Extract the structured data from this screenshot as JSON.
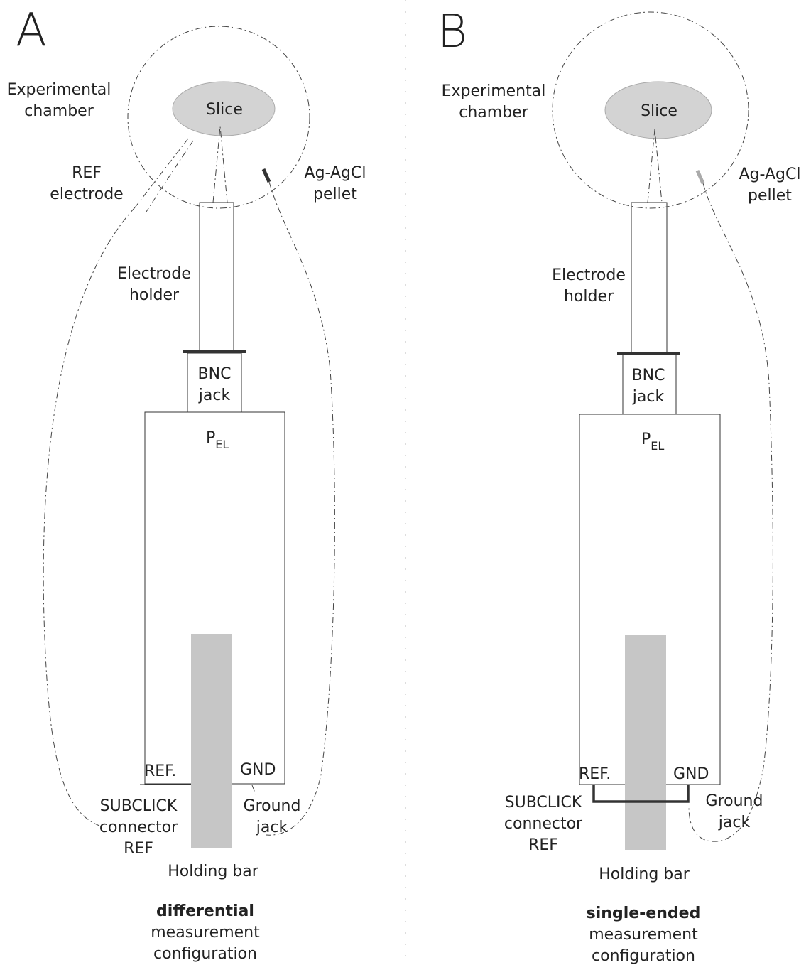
{
  "panels": [
    {
      "letter": "A",
      "chamber": [
        "Experimental",
        "chamber"
      ],
      "slice": "Slice",
      "ref_electrode": [
        "REF",
        "electrode"
      ],
      "pellet": [
        "Ag-AgCl",
        "pellet"
      ],
      "holder": [
        "Electrode",
        "holder"
      ],
      "bnc": [
        "BNC",
        "jack"
      ],
      "pel_main": "P",
      "pel_sub": "EL",
      "ref_port": "REF.",
      "gnd_port": "GND",
      "subclick": [
        "SUBCLICK",
        "connector",
        "REF"
      ],
      "ground_jack": [
        "Ground",
        "jack"
      ],
      "holding_bar": "Holding bar",
      "config": [
        "differential",
        "measurement",
        "configuration"
      ]
    },
    {
      "letter": "B",
      "chamber": [
        "Experimental",
        "chamber"
      ],
      "slice": "Slice",
      "pellet": [
        "Ag-AgCl",
        "pellet"
      ],
      "holder": [
        "Electrode",
        "holder"
      ],
      "bnc": [
        "BNC",
        "jack"
      ],
      "pel_main": "P",
      "pel_sub": "EL",
      "ref_port": "REF.",
      "gnd_port": "GND",
      "subclick": [
        "SUBCLICK",
        "connector",
        "REF"
      ],
      "ground_jack": [
        "Ground",
        "jack"
      ],
      "holding_bar": "Holding bar",
      "config": [
        "single-ended",
        "measurement",
        "configuration"
      ]
    }
  ],
  "colors": {
    "slice_fill": "#d3d3d3",
    "bar_fill": "#c6c6c6",
    "line": "#333333",
    "pellet_a": "#333333",
    "pellet_b": "#aaaaaa"
  }
}
